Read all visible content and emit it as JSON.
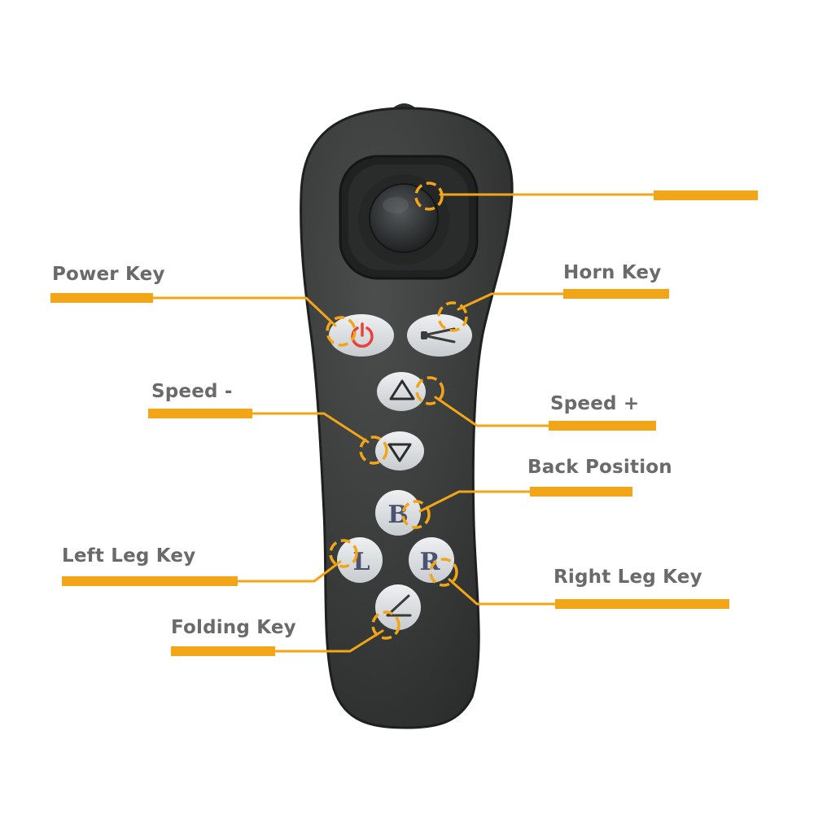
{
  "colors": {
    "accent": "#f2a516",
    "label_text": "#6a6a6a",
    "body": "#3a3c3b",
    "button": "#d9dde0",
    "power_symbol": "#e8433a"
  },
  "labels": {
    "power_key": "Power Key",
    "horn_key": "Horn Key",
    "speed_minus": "Speed -",
    "speed_plus": "Speed +",
    "back_position": "Back Position",
    "left_leg_key": "Left Leg Key",
    "right_leg_key": "Right Leg Key",
    "folding_key": "Folding Key"
  },
  "button_glyphs": {
    "back": "B",
    "left": "L",
    "right": "R"
  },
  "icons": [
    "joystick-icon",
    "power-icon",
    "horn-icon",
    "triangle-up-icon",
    "triangle-down-icon",
    "fold-icon",
    "highlight-ring-icon"
  ]
}
